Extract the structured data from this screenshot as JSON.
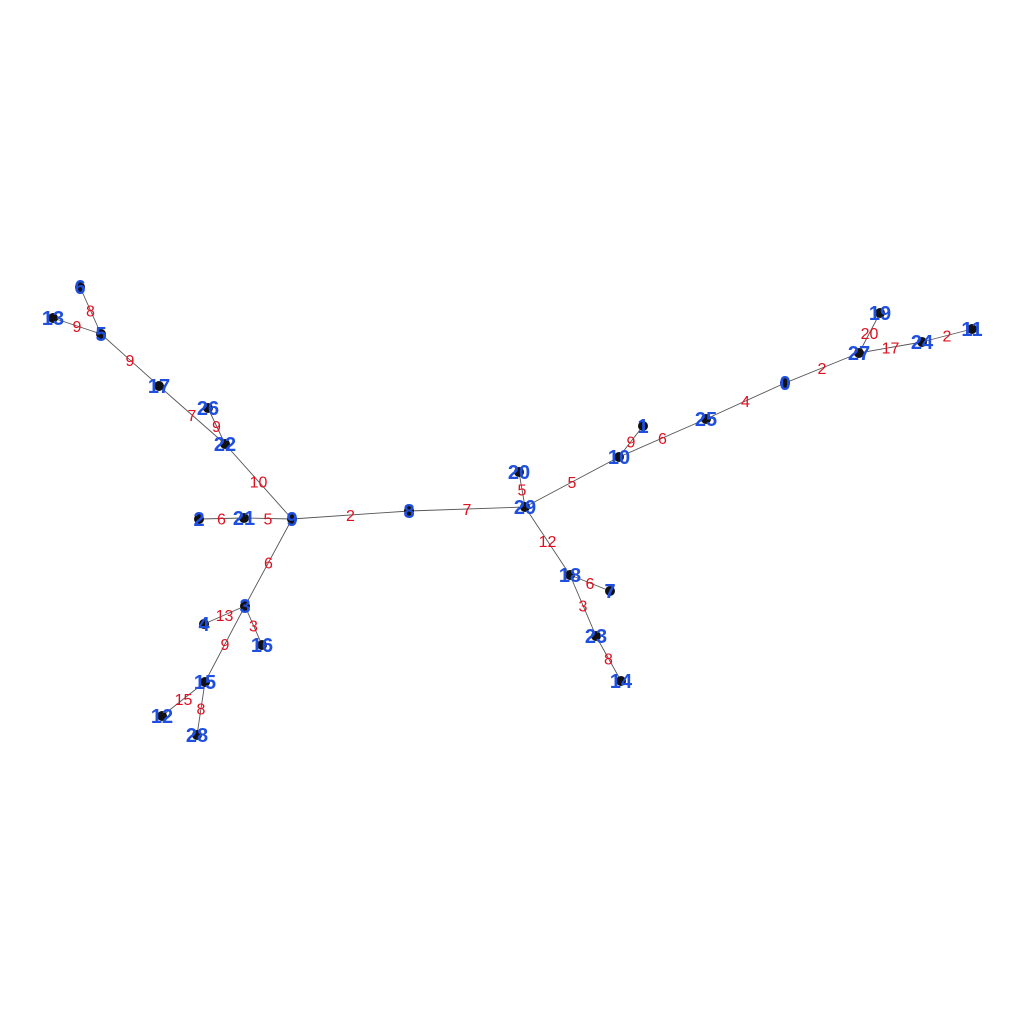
{
  "graph": {
    "colors": {
      "node_label": "#1f4fe0",
      "weight_label": "#e01020",
      "edge": "#555555",
      "node": "#111111"
    },
    "nodes": [
      {
        "id": "0"
      },
      {
        "id": "1"
      },
      {
        "id": "2"
      },
      {
        "id": "3"
      },
      {
        "id": "4"
      },
      {
        "id": "5"
      },
      {
        "id": "6"
      },
      {
        "id": "7"
      },
      {
        "id": "8"
      },
      {
        "id": "9"
      },
      {
        "id": "10"
      },
      {
        "id": "11"
      },
      {
        "id": "12"
      },
      {
        "id": "13"
      },
      {
        "id": "14"
      },
      {
        "id": "15"
      },
      {
        "id": "16"
      },
      {
        "id": "17"
      },
      {
        "id": "18"
      },
      {
        "id": "19"
      },
      {
        "id": "20"
      },
      {
        "id": "21"
      },
      {
        "id": "22"
      },
      {
        "id": "23"
      },
      {
        "id": "24"
      },
      {
        "id": "25"
      },
      {
        "id": "26"
      },
      {
        "id": "27"
      },
      {
        "id": "28"
      },
      {
        "id": "29"
      }
    ],
    "edges": [
      {
        "source": "6",
        "target": "5",
        "weight": "8"
      },
      {
        "source": "13",
        "target": "5",
        "weight": "9"
      },
      {
        "source": "5",
        "target": "17",
        "weight": "9"
      },
      {
        "source": "17",
        "target": "22",
        "weight": "7"
      },
      {
        "source": "26",
        "target": "22",
        "weight": "9"
      },
      {
        "source": "22",
        "target": "9",
        "weight": "10"
      },
      {
        "source": "2",
        "target": "21",
        "weight": "6"
      },
      {
        "source": "21",
        "target": "9",
        "weight": "5"
      },
      {
        "source": "9",
        "target": "8",
        "weight": "2"
      },
      {
        "source": "8",
        "target": "29",
        "weight": "7"
      },
      {
        "source": "9",
        "target": "3",
        "weight": "6"
      },
      {
        "source": "3",
        "target": "4",
        "weight": "13"
      },
      {
        "source": "3",
        "target": "16",
        "weight": "3"
      },
      {
        "source": "3",
        "target": "15",
        "weight": "9"
      },
      {
        "source": "15",
        "target": "12",
        "weight": "15"
      },
      {
        "source": "15",
        "target": "28",
        "weight": "8"
      },
      {
        "source": "20",
        "target": "29",
        "weight": "5"
      },
      {
        "source": "29",
        "target": "10",
        "weight": "5"
      },
      {
        "source": "1",
        "target": "10",
        "weight": "9"
      },
      {
        "source": "10",
        "target": "25",
        "weight": "6"
      },
      {
        "source": "25",
        "target": "0",
        "weight": "4"
      },
      {
        "source": "0",
        "target": "27",
        "weight": "2"
      },
      {
        "source": "19",
        "target": "27",
        "weight": "20"
      },
      {
        "source": "27",
        "target": "24",
        "weight": "17"
      },
      {
        "source": "24",
        "target": "11",
        "weight": "2"
      },
      {
        "source": "29",
        "target": "18",
        "weight": "12"
      },
      {
        "source": "18",
        "target": "7",
        "weight": "6"
      },
      {
        "source": "18",
        "target": "23",
        "weight": "3"
      },
      {
        "source": "23",
        "target": "14",
        "weight": "8"
      }
    ]
  }
}
